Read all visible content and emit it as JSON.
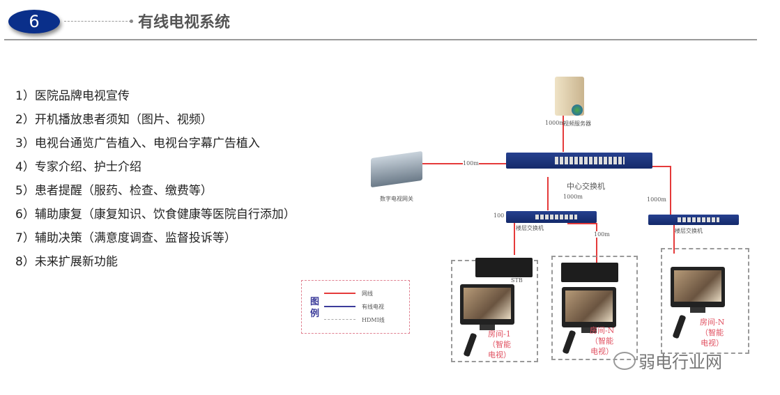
{
  "header": {
    "number": "6",
    "title": "有线电视系统"
  },
  "features": [
    "1）医院品牌电视宣传",
    "2）开机播放患者须知（图片、视频）",
    "3）电视台通览广告植入、电视台字幕广告植入",
    "4）专家介绍、护士介绍",
    "5）患者提醒（服药、检查、缴费等）",
    "6）辅助康复（康复知识、饮食健康等医院自行添加）",
    "7）辅助决策（满意度调查、监督投诉等）",
    "8）未来扩展新功能"
  ],
  "diagram": {
    "server_label": "视频服务器",
    "server_speed": "1000m",
    "gateway_label": "数字电视网关",
    "gateway_speed": "100m",
    "core_switch_label": "中心交换机",
    "core_down_speed": "1000m",
    "core_right_speed": "1000m",
    "floor_switch_label": "楼层交换机",
    "floor_left_speed": "100",
    "floor_right_speed": "100m",
    "stb_label": "STB",
    "rooms": [
      {
        "l1": "房间-1",
        "l2": "（智能",
        "l3": "电视）"
      },
      {
        "l1": "房间-N",
        "l2": "（智能",
        "l3": "电视）"
      },
      {
        "l1": "房间-N",
        "l2": "（智能",
        "l3": "电视）"
      }
    ],
    "legend": {
      "title": "图例",
      "items": [
        {
          "label": "网线",
          "color": "#e53a3a"
        },
        {
          "label": "有线电视",
          "color": "#3b3b9a"
        },
        {
          "label": "HDMI线",
          "color": "#aaaaaa"
        }
      ]
    }
  },
  "watermark": "弱电行业网"
}
